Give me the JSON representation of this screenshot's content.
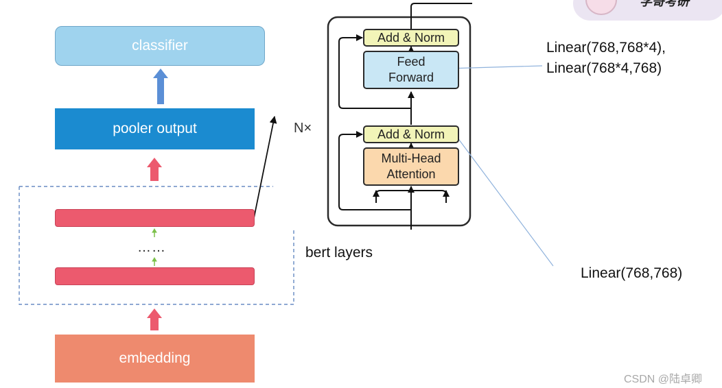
{
  "left_stack": {
    "classifier": "classifier",
    "pooler_output": "pooler output",
    "dots": "……",
    "embedding": "embedding"
  },
  "transformer_block": {
    "repeat": "N×",
    "add_norm_top": "Add & Norm",
    "feed_forward": "Feed\nForward",
    "add_norm_bottom": "Add & Norm",
    "multi_head_attention": "Multi-Head\nAttention"
  },
  "annotations": {
    "bert_layers": "bert layers",
    "ff_linear": "Linear(768,768*4),\nLinear(768*4,768)",
    "attn_linear": "Linear(768,768)"
  },
  "badge_text": "学哥考研",
  "watermark": "CSDN @陆卓卿",
  "colors": {
    "classifier": "#9fd3ee",
    "pooler": "#1b8bd0",
    "embedding": "#ee8a6e",
    "layer_bar": "#ec5a6e",
    "up_arrow_blue": "#5b8fd6",
    "up_arrow_red": "#ec5a6e",
    "add_norm": "#f2f4b8",
    "feed_forward": "#c9e7f5",
    "multi_head": "#fbd8ad"
  }
}
